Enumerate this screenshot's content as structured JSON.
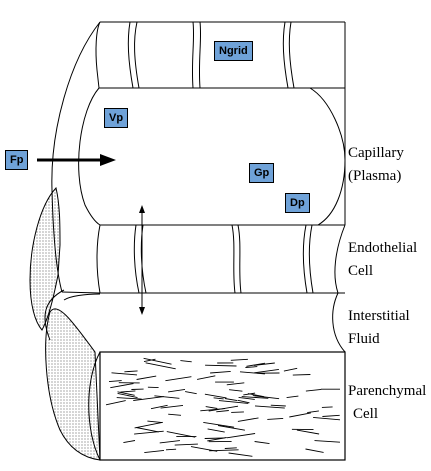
{
  "labels": {
    "capillary": [
      "Capillary",
      "(Plasma)"
    ],
    "endothelial": [
      "Endothelial",
      "Cell"
    ],
    "interstitial": [
      "Interstitial",
      "Fluid"
    ],
    "parenchymal": [
      "Parenchymal",
      "Cell"
    ]
  },
  "tags": {
    "ngrid": "Ngrid",
    "vp": "Vp",
    "fp": "Fp",
    "gp": "Gp",
    "dp": "Dp"
  },
  "colors": {
    "tag_fill": "#6fa2d8",
    "stipple": "#333333",
    "outline": "#000000"
  }
}
